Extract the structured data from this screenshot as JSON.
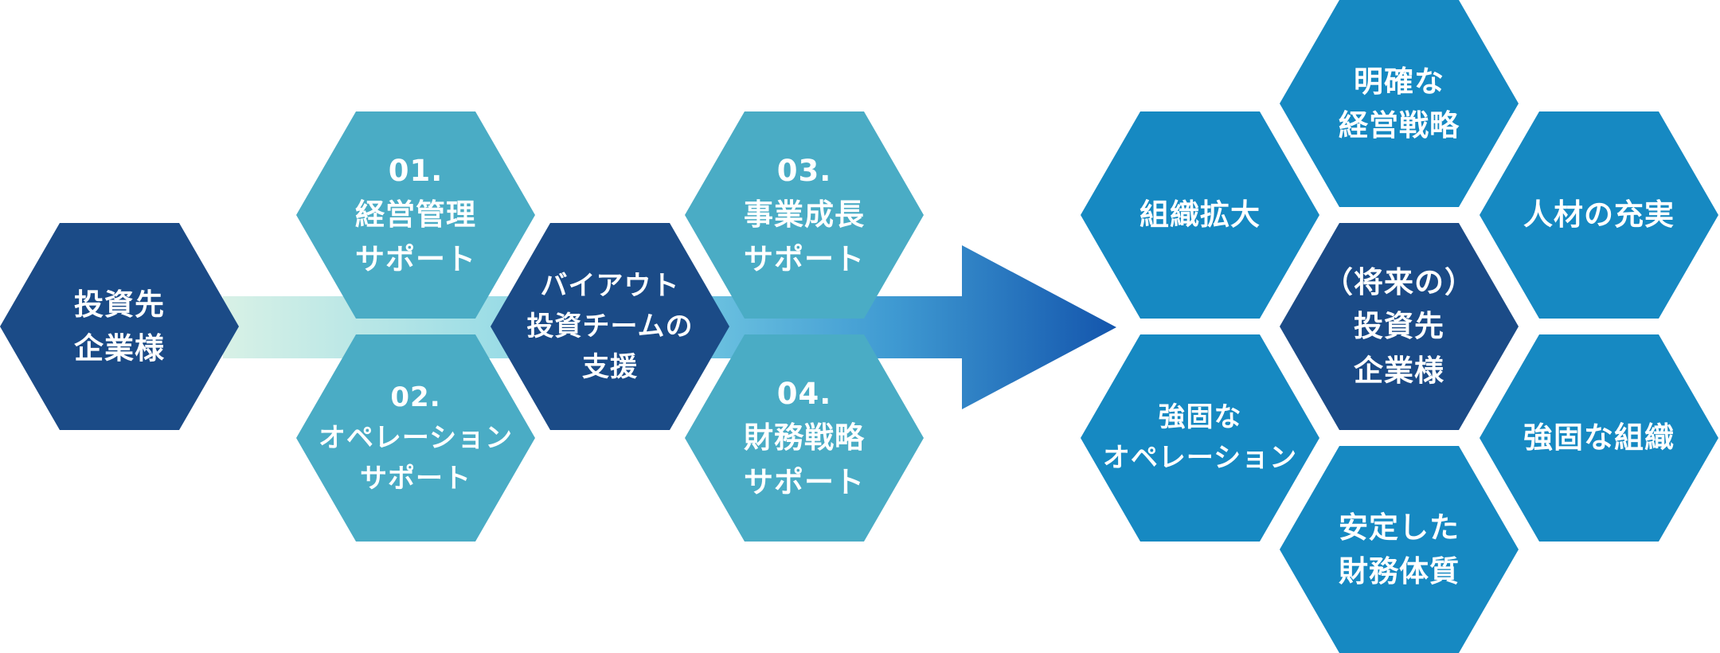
{
  "left": {
    "investee": [
      "投資先",
      "企業様"
    ],
    "support_01": [
      "01.",
      "経営管理",
      "サポート"
    ],
    "support_02": [
      "02.",
      "オペレーション",
      "サポート"
    ],
    "team": [
      "バイアウト",
      "投資チームの",
      "支援"
    ],
    "support_03": [
      "03.",
      "事業成長",
      "サポート"
    ],
    "support_04": [
      "04.",
      "財務戦略",
      "サポート"
    ]
  },
  "right": {
    "center": [
      "（将来の）",
      "投資先",
      "企業様"
    ],
    "top": [
      "明確な",
      "経営戦略"
    ],
    "upper_left": [
      "組織拡大"
    ],
    "upper_right": [
      "人材の充実"
    ],
    "lower_left": [
      "強固な",
      "オペレーション"
    ],
    "lower_right": [
      "強固な組織"
    ],
    "bottom": [
      "安定した",
      "財務体質"
    ]
  },
  "colors": {
    "dark_hex": "#1b4b87",
    "light_hex": "#4aacc5",
    "mid_hex": "#1689c2",
    "arrow_start": "#d8f1e6",
    "arrow_end": "#1456ad"
  }
}
